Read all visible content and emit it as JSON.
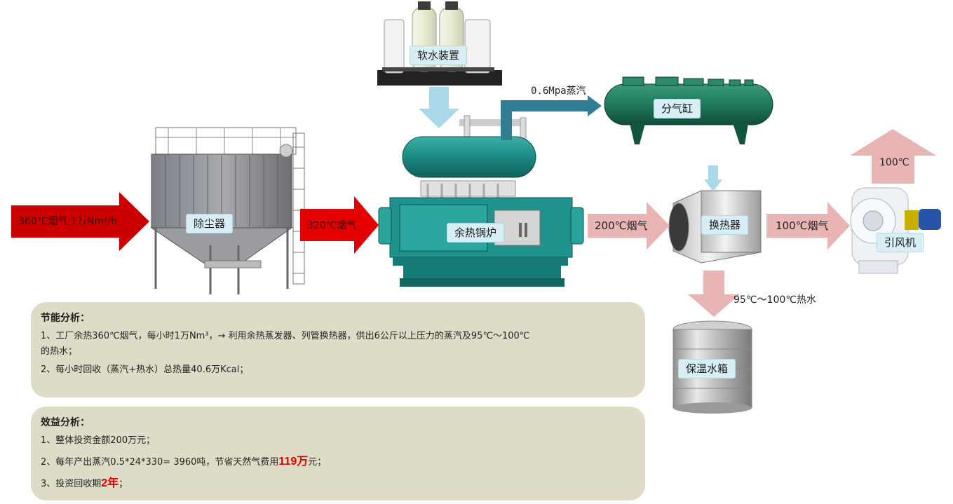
{
  "labels": {
    "soft_water": "软水装置",
    "dust_collector": "除尘器",
    "waste_heat_boiler": "余热锅炉",
    "steam_header": "分气缸",
    "heat_exchanger": "换热器",
    "induced_fan": "引风机",
    "insulated_tank": "保温水箱"
  },
  "flows": {
    "flue_in": "360℃烟气 1万Nm³/h",
    "flue_320": "320℃烟气",
    "flue_200": "200℃烟气",
    "flue_100": "100℃烟气",
    "exhaust": "100℃",
    "steam": "0.6Mpa蒸汽",
    "hot_water": "95℃～100℃热水"
  },
  "panels": {
    "energy": {
      "title": "节能分析：",
      "line1": "1、工厂余热360℃烟气，每小时1万Nm³，→ 利用余热蒸发器、列管换热器，供出6公斤以上压力的蒸汽及95℃～100℃",
      "line1b": "的热水；",
      "line2": "2、每小时回收（蒸汽+热水）总热量40.6万Kcal；"
    },
    "benefit": {
      "title": "效益分析：",
      "line1": "1、整体投资金额200万元；",
      "line2_pre": "2、每年产出蒸汽0.5*24*330= 3960吨，节省天然气费用",
      "line2_hl": "119万",
      "line2_post": "元；",
      "line3_pre": "3、投资回收期",
      "line3_hl": "2年",
      "line3_post": "；"
    }
  },
  "colors": {
    "red_arrow": "#cc0000",
    "pink_arrow": "#e8b4b4",
    "blue_arrow": "#a9d8e8",
    "steam_pipe": "#2e7d92",
    "boiler_teal": "#1d8c86",
    "panel_bg": "#dedbc6"
  }
}
